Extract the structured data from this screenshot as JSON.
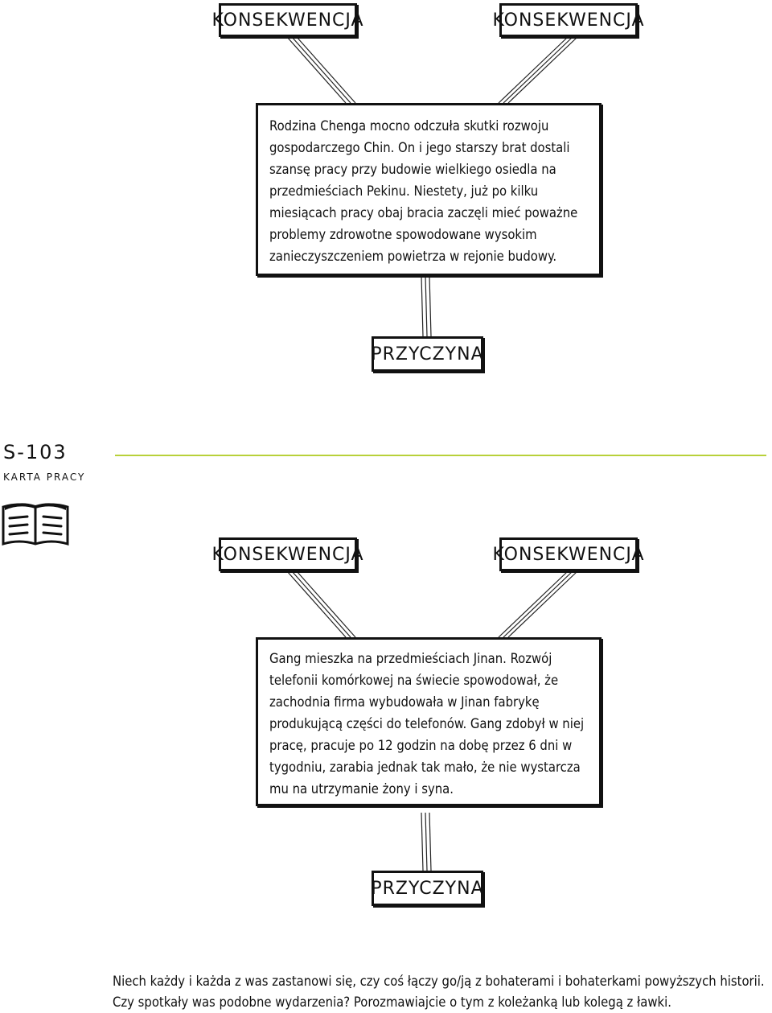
{
  "top": {
    "consequence_left": "KONSEKWENCJA",
    "consequence_right": "KONSEKWENCJA",
    "story": "Rodzina Chenga mocno odczuła skutki rozwoju gospodarczego Chin. On i jego starszy brat dostali szansę pracy przy budowie wielkiego osiedla na przedmieściach Pekinu. Niestety, już po kilku miesiącach pracy obaj bracia zaczęli mieć poważne problemy zdrowotne spowodowane wysokim zanieczyszczeniem powietrza w rejonie budowy.",
    "cause": "PRZYCZYNA"
  },
  "section": {
    "code": "S-103",
    "subtitle": "KARTA PRACY"
  },
  "bottom": {
    "consequence_left": "KONSEKWENCJA",
    "consequence_right": "KONSEKWENCJA",
    "story": "Gang mieszka na przedmieściach Jinan. Rozwój telefonii komórkowej na świecie spowodował, że zachodnia firma wybudowała w Jinan fabrykę produkującą części do telefonów. Gang zdobył w niej pracę, pracuje po 12 godzin na dobę przez 6 dni w tygodniu, zarabia jednak tak mało, że nie wystarcza mu na utrzymanie żony i syna.",
    "cause": "PRZYCZYNA"
  },
  "footer": "Niech każdy i każda z was zastanowi się, czy coś łączy go/ją z bohaterami i bohaterkami powyższych historii. Czy spotkały was podobne wydarzenia? Porozmawiajcie o tym z koleżanką lub kolegą z ławki.",
  "colors": {
    "accent_rule": "#b8d13a",
    "ink": "#111111"
  },
  "icons": [
    "open-book-icon"
  ]
}
